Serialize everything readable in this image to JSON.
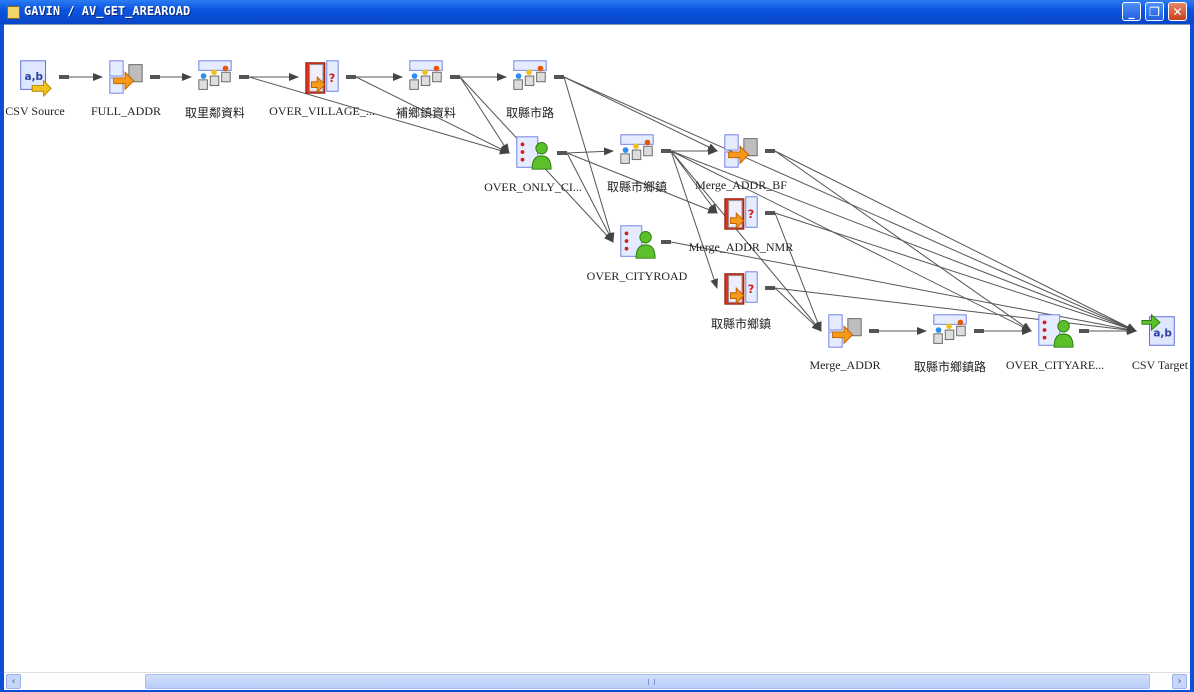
{
  "window": {
    "title": "GAVIN / AV_GET_AREAROAD"
  },
  "nodes": [
    {
      "label": "CSV Source",
      "type": "source"
    },
    {
      "label": "FULL_ADDR",
      "type": "expression"
    },
    {
      "label": "取里鄰資料",
      "type": "aggregator"
    },
    {
      "label": "OVER_VILLAGE_...",
      "type": "lookup"
    },
    {
      "label": "補鄉鎮資料",
      "type": "aggregator"
    },
    {
      "label": "取縣市路",
      "type": "aggregator"
    },
    {
      "label": "OVER_ONLY_CI...",
      "type": "sorter"
    },
    {
      "label": "取縣市鄉鎮",
      "type": "aggregator"
    },
    {
      "label": "Merge_ADDR_BF",
      "type": "expression"
    },
    {
      "label": "Merge_ADDR_NMR",
      "type": "lookup"
    },
    {
      "label": "OVER_CITYROAD",
      "type": "sorter"
    },
    {
      "label": "取縣市鄉鎮",
      "type": "lookup"
    },
    {
      "label": "Merge_ADDR",
      "type": "expression"
    },
    {
      "label": "取縣市鄉鎮路",
      "type": "aggregator"
    },
    {
      "label": "OVER_CITYARE...",
      "type": "sorter"
    },
    {
      "label": "CSV Target",
      "type": "target"
    }
  ]
}
